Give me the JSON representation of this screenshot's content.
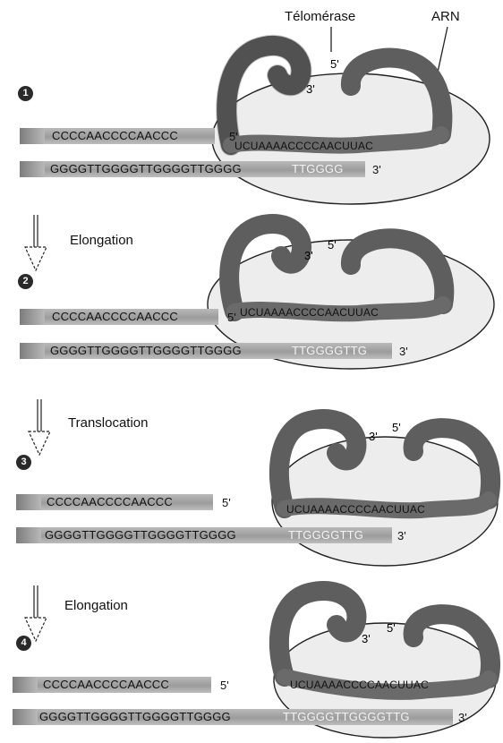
{
  "labels": {
    "telomerase": "Télomérase",
    "arn": "ARN"
  },
  "steps": [
    {
      "number": "1",
      "top_seq": "CCCCAACCCCAACCC",
      "bottom_seq": "GGGGTTGGGGTTGGGGTTGGGG",
      "bottom_new": "TTGGGG",
      "rna_template": "UCUAAAACCCCAACUUAC"
    },
    {
      "number": "2",
      "top_seq": "CCCCAACCCCAACCC",
      "bottom_seq": "GGGGTTGGGGTTGGGGTTGGGG",
      "bottom_new": "TTGGGGTTG",
      "rna_template": "UCUAAAACCCCAACUUAC"
    },
    {
      "number": "3",
      "top_seq": "CCCCAACCCCAACCC",
      "bottom_seq": "GGGGTTGGGGTTGGGGTTGGGG",
      "bottom_new": "TTGGGGTTG",
      "rna_template": "UCUAAAACCCCAACUUAC"
    },
    {
      "number": "4",
      "top_seq": "CCCCAACCCCAACCC",
      "bottom_seq": "GGGGTTGGGGTTGGGGTTGGGG",
      "bottom_new": "TTGGGGTTGGGGTTG",
      "rna_template": "UCUAAAACCCCAACUUAC"
    }
  ],
  "arrows": [
    {
      "label": "Elongation"
    },
    {
      "label": "Translocation"
    },
    {
      "label": "Elongation"
    }
  ],
  "ends": {
    "five_prime": "5'",
    "three_prime": "3'"
  }
}
